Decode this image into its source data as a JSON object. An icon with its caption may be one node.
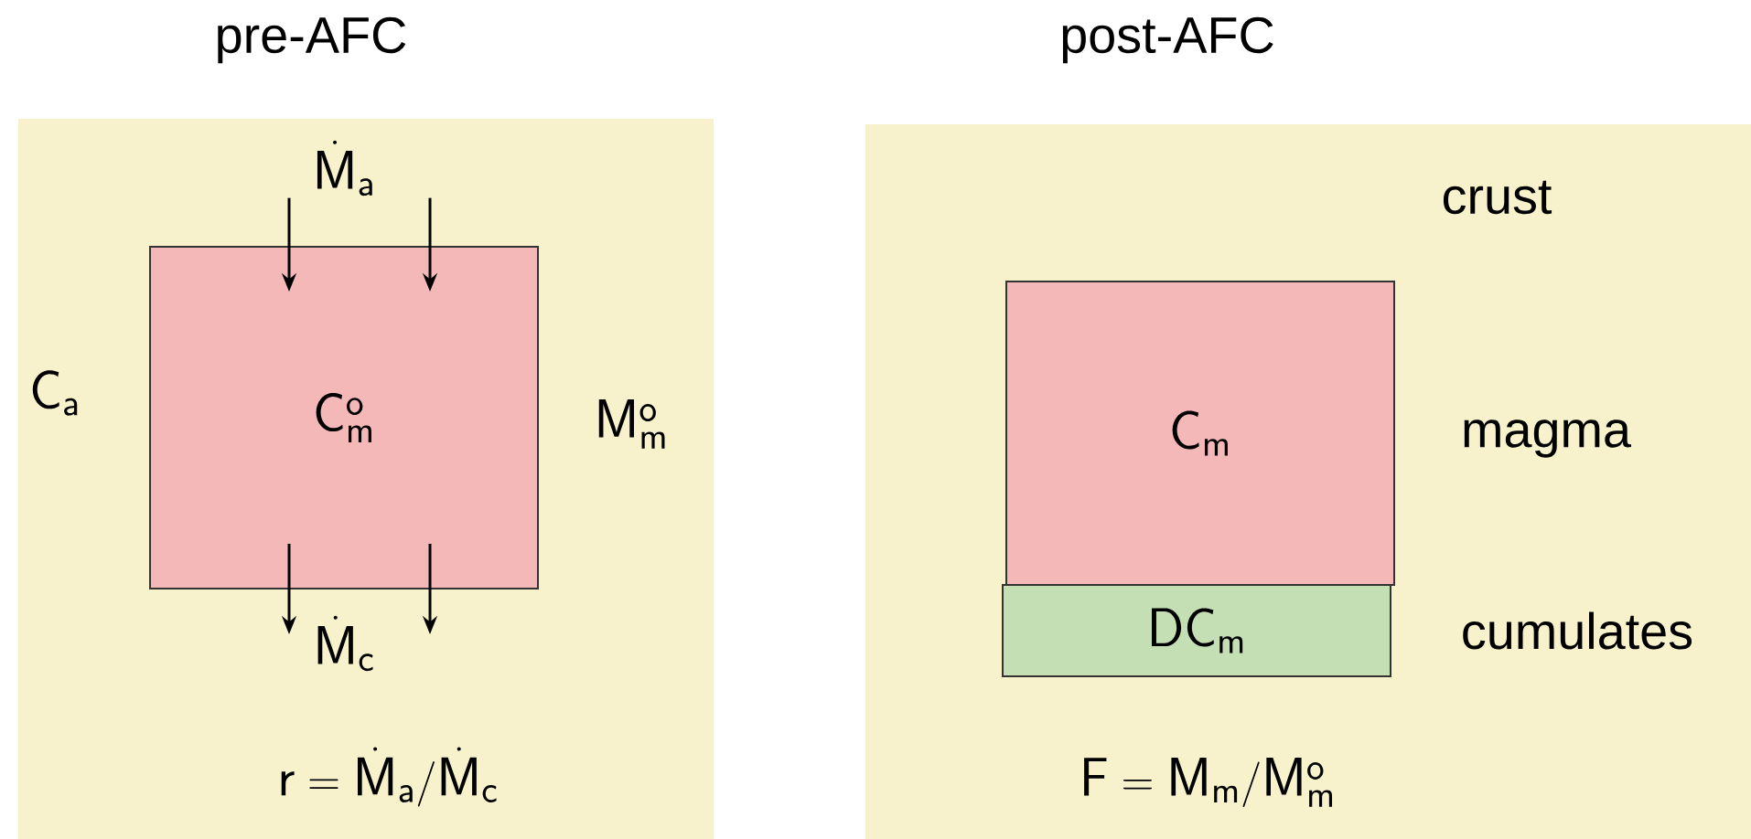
{
  "diagram": {
    "nodes": [
      {
        "text": [
          "pre-AFC"
        ]
      },
      {
        "text": [
          "\\dot{\\mathsf{M}}_{\\mathsf{a}}"
        ],
        "in": 0
      },
      {
        "text": [
          "\\mathsf{C}^{\\mathsf{o}}_{\\mathsf{m}}"
        ],
        "in": 0
      },
      {
        "text": [
          "\\dot{\\mathsf{M}}_{\\mathsf{c}}"
        ],
        "in": 0
      },
      {
        "text": [
          "post-AFC"
        ]
      },
      {
        "text": [
          "\\mathsf{C}_{\\mathsf{m}}"
        ],
        "in": 4
      },
      {
        "text": [
          "\\mathsf{DC}_{\\mathsf{m}}"
        ],
        "in": 4
      }
    ],
    "edges": [
      {
        "from": 1,
        "to": 2,
        "arrow": "to"
      },
      {
        "from": 1,
        "to": 2,
        "arrow": "to"
      },
      {
        "from": 2,
        "to": 3,
        "arrow": "to"
      },
      {
        "from": 2,
        "to": 3,
        "arrow": "to"
      }
    ],
    "labels": [
      "\\mathsf{C}_{\\mathsf{a}}",
      "\\mathsf{M}^{\\mathsf{o}}_{\\mathsf{m}}",
      "\\mathsf{r}=\\dot{\\mathsf{M}}_{\\mathsf{a}}/\\dot{\\mathsf{M}}_{\\mathsf{c}}",
      "crust",
      "magma",
      "cumulates",
      "\\mathsf{F}=\\mathsf{M}_{\\mathsf{m}}/\\mathsf{M}^{\\mathsf{o}}_{\\mathsf{m}}"
    ]
  }
}
